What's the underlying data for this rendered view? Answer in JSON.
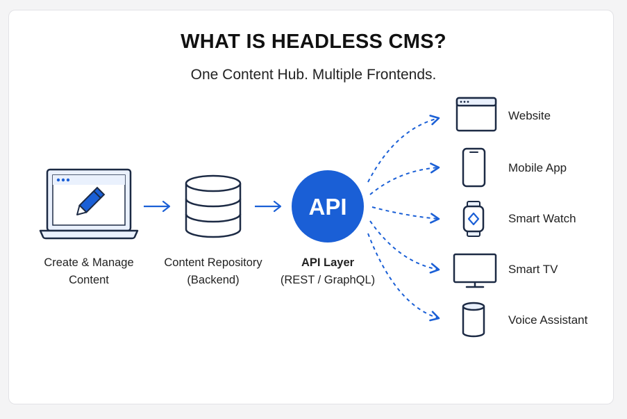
{
  "title": "WHAT IS HEADLESS CMS?",
  "subtitle": "One Content Hub. Multiple Frontends.",
  "nodes": {
    "create": {
      "line1": "Create & Manage",
      "line2": "Content",
      "icon": "laptop-pencil-icon"
    },
    "repository": {
      "line1": "Content Repository",
      "line2": "(Backend)",
      "icon": "database-icon"
    },
    "api": {
      "badge": "API",
      "line1": "API Layer",
      "line2": "(REST / GraphQL)",
      "icon": "api-circle-icon"
    }
  },
  "outputs": [
    {
      "label": "Website",
      "icon": "browser-window-icon"
    },
    {
      "label": "Mobile App",
      "icon": "smartphone-icon"
    },
    {
      "label": "Smart Watch",
      "icon": "smartwatch-icon"
    },
    {
      "label": "Smart TV",
      "icon": "tv-icon"
    },
    {
      "label": "Voice Assistant",
      "icon": "smart-speaker-icon"
    }
  ],
  "colors": {
    "accent": "#1a5fd6",
    "stroke": "#1c2a44",
    "light_fill": "#eaf1fd"
  }
}
